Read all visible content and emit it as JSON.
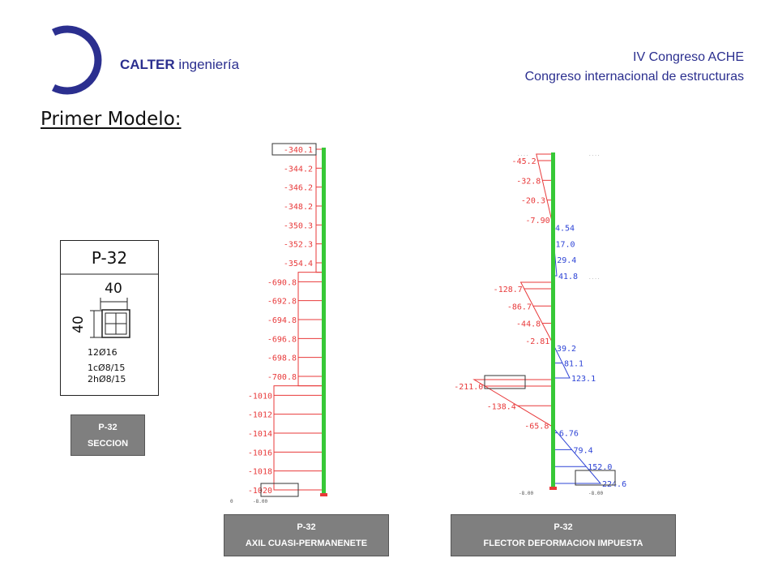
{
  "header": {
    "brand_strong": "CALTER",
    "brand_rest": " ingeniería",
    "conference_line1": "IV Congreso ACHE",
    "conference_line2": "Congreso internacional de estructuras"
  },
  "page_title": "Primer Modelo:",
  "section_card": {
    "title": "P-32",
    "width_dim": "40",
    "height_dim": "40",
    "rebar": "12Ø16",
    "stirrup1": "1cØ8/15",
    "stirrup2": "2hØ8/15",
    "caption_line1": "P-32",
    "caption_line2": "SECCION"
  },
  "axial_diagram": {
    "caption_line1": "P-32",
    "caption_line2": "AXIL CUASI-PERMANENETE",
    "axis_labels": [
      "0",
      "-8.00"
    ],
    "colors": {
      "diagram": "#e8393a",
      "column": "#37c837"
    },
    "values": [
      "-340.1",
      "-344.2",
      "-346.2",
      "-348.2",
      "-350.3",
      "-352.3",
      "-354.4",
      "-690.8",
      "-692.8",
      "-694.8",
      "-696.8",
      "-698.8",
      "-700.8",
      "-1010",
      "-1012",
      "-1014",
      "-1016",
      "-1018",
      "-1020"
    ]
  },
  "moment_diagram": {
    "caption_line1": "P-32",
    "caption_line2": "FLECTOR DEFORMACION IMPUESTA",
    "axis_labels": [
      "-8.00",
      "-8.00"
    ],
    "colors": {
      "negative": "#e8393a",
      "positive": "#2e44d6",
      "column": "#37c837"
    },
    "negative_values": [
      "-45.2",
      "-32.8",
      "-20.3",
      "-7.90",
      "-128.7",
      "-86.7",
      "-44.8",
      "-2.81",
      "-211.0",
      "-138.4",
      "-65.8"
    ],
    "positive_values": [
      "4.54",
      "17.0",
      "29.4",
      "41.8",
      "39.2",
      "81.1",
      "123.1",
      "6.76",
      "79.4",
      "152.0",
      "224.6"
    ]
  }
}
